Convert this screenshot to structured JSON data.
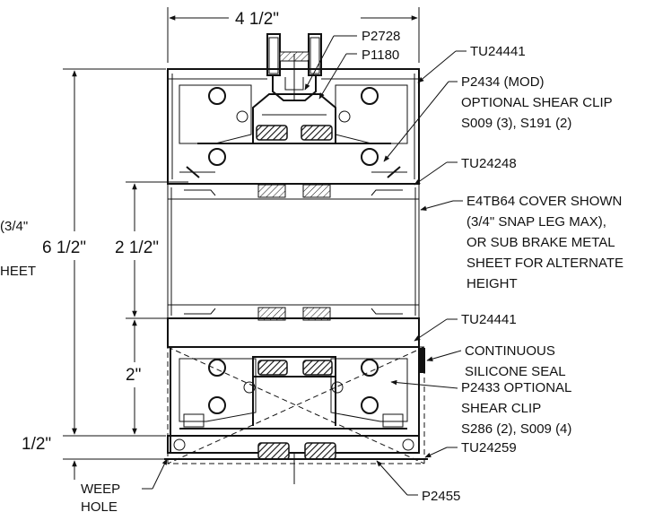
{
  "dimensions": {
    "overall_width": "4 1/2\"",
    "overall_height": "6 1/2\"",
    "cover_height": "2 1/2\"",
    "lower_height": "2\"",
    "sill_offset": "1/2\""
  },
  "callouts": {
    "p2728": "P2728",
    "p1180": "P1180",
    "tu24441_top": "TU24441",
    "p2434": [
      "P2434 (MOD)",
      "OPTIONAL SHEAR CLIP",
      "S009 (3), S191 (2)"
    ],
    "tu24248": "TU24248",
    "e4tb64": [
      "E4TB64 COVER SHOWN",
      "(3/4\" SNAP LEG MAX),",
      "OR SUB BRAKE METAL",
      "SHEET FOR ALTERNATE",
      "HEIGHT"
    ],
    "tu24441_bottom": "TU24441",
    "silicone": [
      "CONTINUOUS",
      "SILICONE SEAL"
    ],
    "p2433": [
      "P2433 OPTIONAL",
      "SHEAR CLIP",
      "S286 (2), S009 (4)"
    ],
    "tu24259": "TU24259",
    "weep": [
      "WEEP",
      "HOLE"
    ],
    "p2455": "P2455"
  },
  "left_fragments": [
    "(3/4\"",
    "HEET"
  ]
}
